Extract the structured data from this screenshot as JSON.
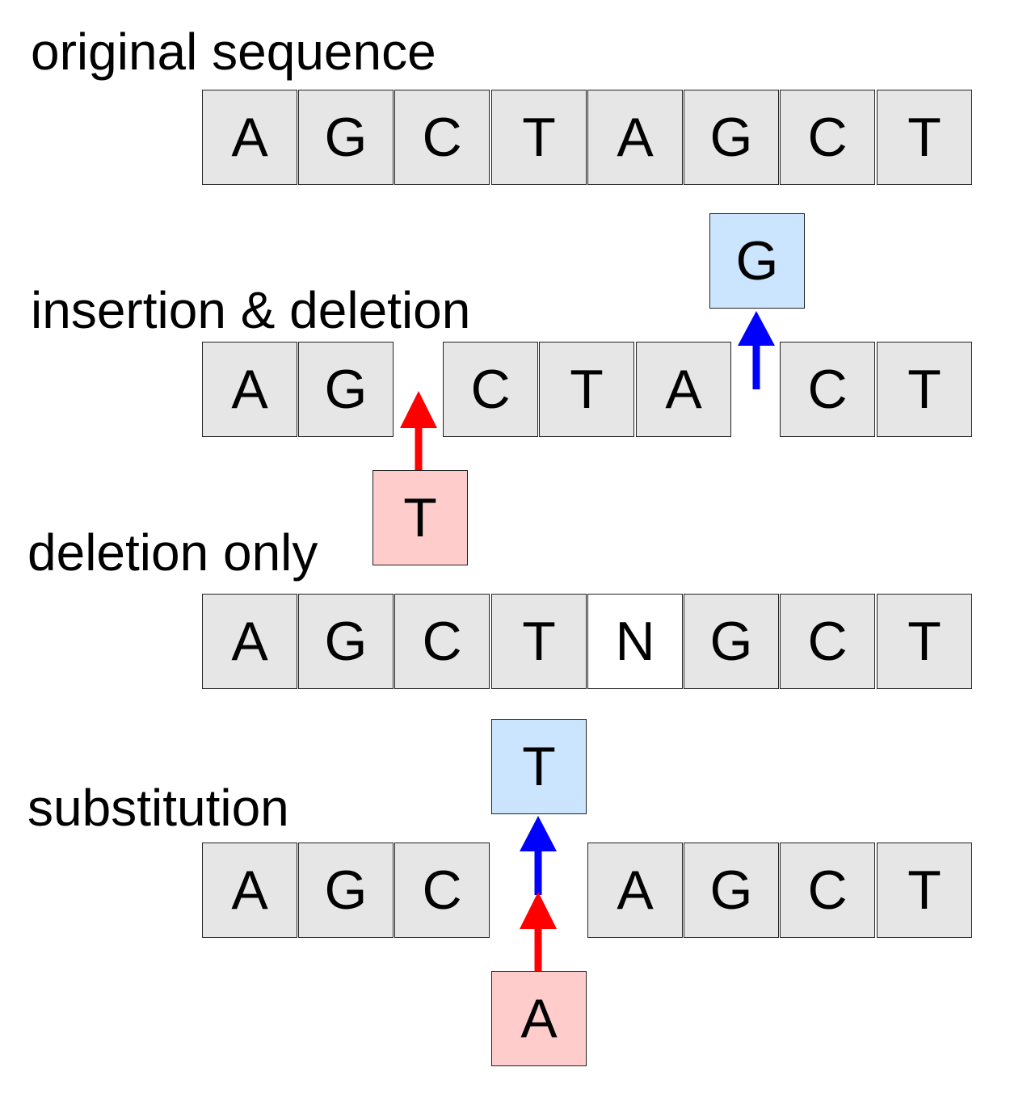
{
  "colors": {
    "base": "#e6e6e6",
    "deleted": "#ffffff",
    "removed": "#cce5ff",
    "added": "#ffcccc",
    "removed_arrow": "#0000ff",
    "added_arrow": "#ff0000",
    "border": "#222222"
  },
  "rows": [
    {
      "label": "original sequence",
      "bases": [
        {
          "letter": "A"
        },
        {
          "letter": "G"
        },
        {
          "letter": "C"
        },
        {
          "letter": "T"
        },
        {
          "letter": "A"
        },
        {
          "letter": "G"
        },
        {
          "letter": "C"
        },
        {
          "letter": "T"
        }
      ]
    },
    {
      "label": "insertion & deletion",
      "bases": [
        {
          "letter": "A"
        },
        {
          "letter": "G"
        },
        {
          "letter": "C"
        },
        {
          "letter": "T"
        },
        {
          "letter": "A"
        },
        {
          "letter": "C"
        },
        {
          "letter": "T"
        }
      ],
      "removed_base": {
        "letter": "G"
      },
      "added_base": {
        "letter": "T"
      }
    },
    {
      "label": "deletion only",
      "bases": [
        {
          "letter": "A"
        },
        {
          "letter": "G"
        },
        {
          "letter": "C"
        },
        {
          "letter": "T"
        },
        {
          "letter": "N",
          "kind": "deleted"
        },
        {
          "letter": "G"
        },
        {
          "letter": "C"
        },
        {
          "letter": "T"
        }
      ]
    },
    {
      "label": "substitution",
      "bases": [
        {
          "letter": "A"
        },
        {
          "letter": "G"
        },
        {
          "letter": "C"
        },
        {
          "letter": "A"
        },
        {
          "letter": "G"
        },
        {
          "letter": "C"
        },
        {
          "letter": "T"
        }
      ],
      "removed_base": {
        "letter": "T"
      },
      "added_base": {
        "letter": "A"
      }
    }
  ]
}
